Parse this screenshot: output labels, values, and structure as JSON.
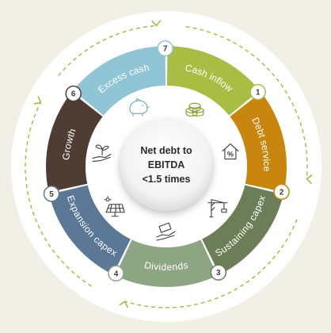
{
  "center": {
    "line1": "Net debt to",
    "line2": "EBITDA",
    "line3": "<1.5 times"
  },
  "segments": [
    {
      "number": "1",
      "label": "Cash inflow",
      "color": "#a9bd45",
      "icon": "coins-icon"
    },
    {
      "number": "2",
      "label": "Debt service",
      "color": "#c8860f",
      "icon": "house-percent-icon"
    },
    {
      "number": "3",
      "label": "Sustaining capex",
      "color": "#6c7e57",
      "icon": "crane-icon"
    },
    {
      "number": "4",
      "label": "Dividends",
      "color": "#8ea583",
      "icon": "hand-cash-icon"
    },
    {
      "number": "5",
      "label": "Expansion capex",
      "color": "#5b7896",
      "icon": "solar-panel-icon"
    },
    {
      "number": "6",
      "label": "Growth",
      "color": "#4f3d33",
      "icon": "plant-hand-icon"
    },
    {
      "number": "7",
      "label": "Excess cash",
      "color": "#8fc5d4",
      "icon": "piggy-bank-icon"
    }
  ],
  "colors": {
    "background": "#f1efe6",
    "outer_disc": "#ffffff",
    "inner_disc": "#ffffff",
    "arrow": "#9cbd3f",
    "icon_stroke": "#3c3c3c"
  }
}
